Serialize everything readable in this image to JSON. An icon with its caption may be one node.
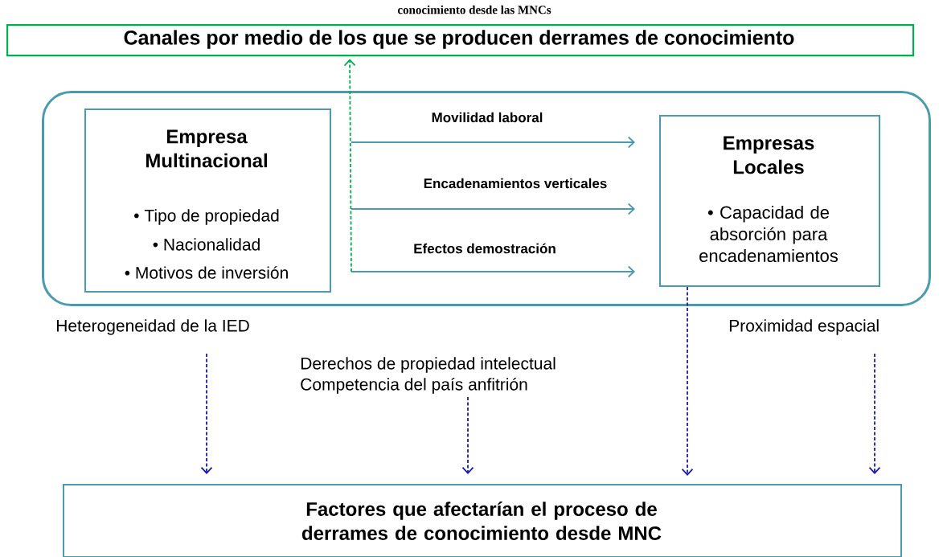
{
  "diagram": {
    "nodes": [
      {
        "text": [
          "Canales por medio de los que se producen derrames de conocimiento"
        ]
      },
      {
        "text": [],
        "shape": "box"
      },
      {
        "text": [
          "Empresa Multinacional",
          "• Tipo de propiedad",
          "• Nacionalidad",
          "• Motivos de inversión"
        ],
        "in": 1
      },
      {
        "text": [
          "Empresas Locales",
          "• Capacidad de absorción para encadenamientos"
        ],
        "in": 1
      },
      {
        "text": [
          "Heterogeneidad de la IED"
        ]
      },
      {
        "text": [
          "Derechos de propiedad intelectual",
          "Competencia del país anfitrión"
        ]
      },
      {
        "text": [
          "Proximidad espacial"
        ]
      },
      {
        "text": [
          "Factores que afectarían el proceso de derrames de conocimiento desde MNC"
        ]
      }
    ],
    "edges": [
      {
        "from": 2,
        "to": 3,
        "arrow": "to",
        "label": "Movilidad laboral",
        "color": "#4a9bad"
      },
      {
        "from": 2,
        "to": 3,
        "arrow": "to",
        "label": "Encadenamientos verticales",
        "color": "#4a9bad"
      },
      {
        "from": 2,
        "to": 3,
        "arrow": "to",
        "label": "Efectos demostración",
        "color": "#4a9bad"
      },
      {
        "from": 2,
        "to": 0,
        "arrow": "to",
        "style": "dashed",
        "color": "#00b050"
      },
      {
        "from": 4,
        "to": 7,
        "arrow": "to",
        "style": "dashed",
        "color": "#1c1ca6"
      },
      {
        "from": 5,
        "to": 7,
        "arrow": "to",
        "style": "dashed",
        "color": "#1c1ca6"
      },
      {
        "from": 3,
        "to": 7,
        "arrow": "to",
        "style": "dashed",
        "color": "#1c1ca6"
      },
      {
        "from": 6,
        "to": 7,
        "arrow": "to",
        "style": "dashed",
        "color": "#1c1ca6"
      }
    ],
    "labels": [
      "conocimiento desde las MNCs"
    ]
  }
}
